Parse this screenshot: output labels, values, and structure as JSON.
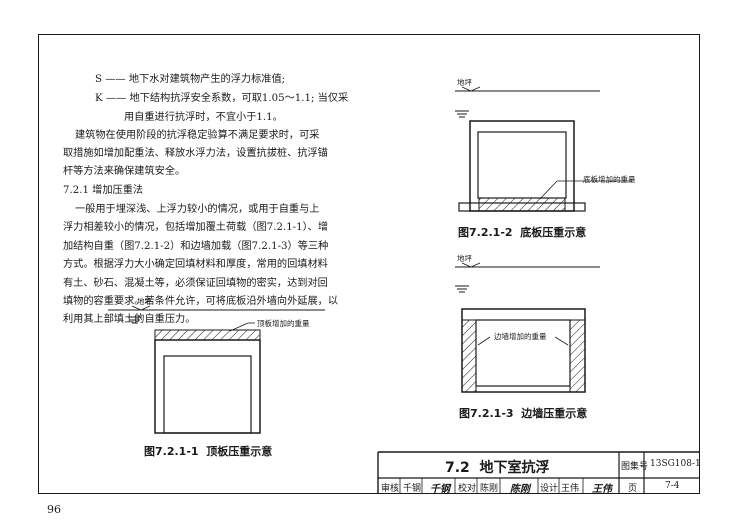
{
  "text": {
    "l1": "S —— 地下水对建筑物产生的浮力标准值;",
    "l2": "K —— 地下结构抗浮安全系数，可取1.05～1.1; 当仅采",
    "l3": "用自重进行抗浮时，不宜小于1.1。",
    "l4": "建筑物在使用阶段的抗浮稳定验算不满足要求时，可采",
    "l5": "取措施如增加配重法、释放水浮力法，设置抗拔桩、抗浮锚",
    "l6": "杆等方法来确保建筑安全。",
    "l7": "7.2.1 增加压重法",
    "l8": "一般用于埋深浅、上浮力较小的情况，或用于自重与上",
    "l9": "浮力相差较小的情况，包括增加覆土荷载（图7.2.1-1）、增",
    "l10": "加结构自重（图7.2.1-2）和边墙加载（图7.2.1-3）等三种",
    "l11": "方式。根据浮力大小确定回填材料和厚度，常用的回填材料",
    "l12": "有土、砂石、混凝土等，必须保证回填物的密实，达到对回",
    "l13": "填物的容重要求。若条件允许，可将底板沿外墙向外延展，以",
    "l14": "利用其上部填土的自重压力。"
  },
  "figures": {
    "fig1": {
      "ground": "地坪",
      "label": "顶板增加的重量",
      "caption": "图7.2.1-1  顶板压重示意"
    },
    "fig2": {
      "ground": "地坪",
      "label": "底板增加的重量",
      "caption": "图7.2.1-2  底板压重示意"
    },
    "fig3": {
      "ground": "地坪",
      "label": "边墙增加的重量",
      "caption": "图7.2.1-3  边墙压重示意"
    }
  },
  "title_block": {
    "title": "7.2  地下室抗浮",
    "atlas_label": "图集号",
    "atlas_no": "13SG108-1",
    "page_label": "页",
    "page_no": "7-4",
    "review_label": "审核",
    "reviewer": "千钢",
    "check_label": "校对",
    "checker": "陈刚",
    "design_label": "设计",
    "designer": "王伟"
  },
  "page_number": "96"
}
